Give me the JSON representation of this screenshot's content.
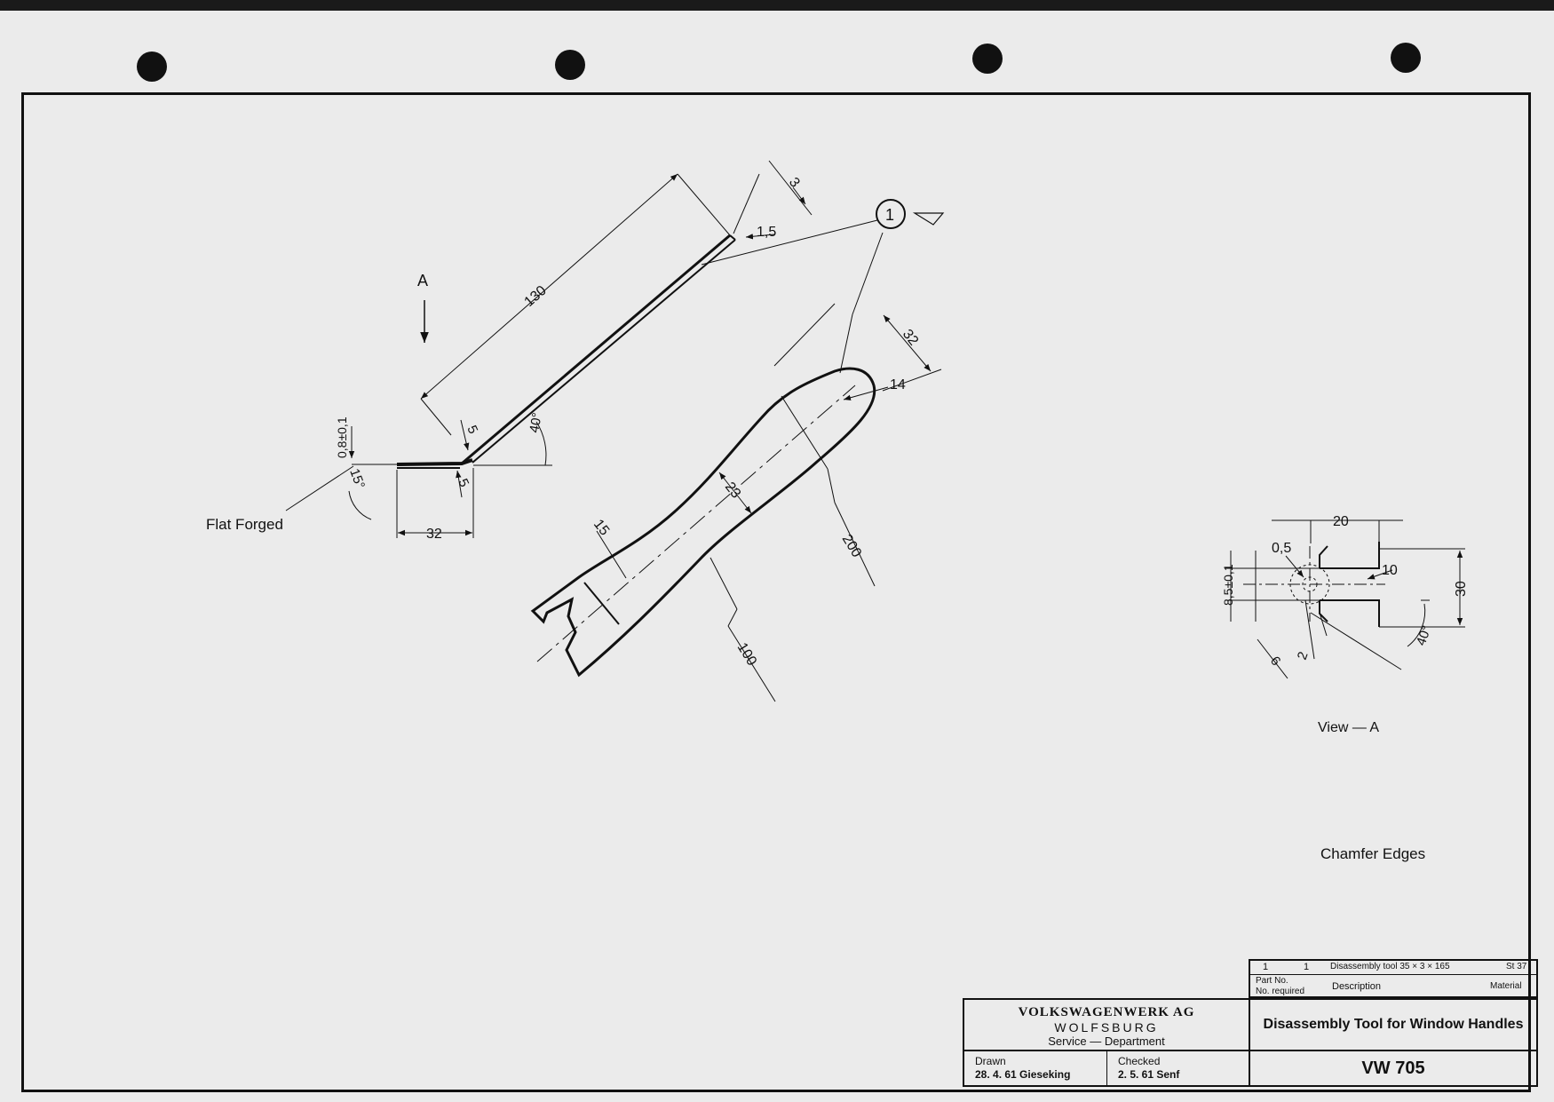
{
  "drawing": {
    "view_label": "A",
    "flat_forged": "Flat Forged",
    "view_caption": "View — A",
    "chamfer_note": "Chamfer Edges",
    "item_number": "1",
    "dims": {
      "d130": "130",
      "d3": "3",
      "d1_5": "1,5",
      "d5_top": "5",
      "d5_bot": "5",
      "d40deg": "40°",
      "d15deg": "15°",
      "d08": "0,8±0,1",
      "d32_bottom": "32",
      "d32_handle": "32",
      "d14": "14",
      "d23": "23",
      "d15_neck": "15",
      "d200": "200",
      "d100": "100",
      "v20": "20",
      "v0_5": "0,5",
      "v10": "10",
      "v30": "30",
      "v8_5": "8,5±0,1",
      "v40deg": "40°",
      "v6": "6",
      "v2": "2"
    }
  },
  "title_block": {
    "parts_row": {
      "part_no": "1",
      "qty": "1",
      "description": "Disassembly tool  35 × 3 × 165",
      "material": "St 37"
    },
    "header_part_no": "Part   No.",
    "header_no_required": "No. required",
    "header_description": "Description",
    "header_material": "Material",
    "company": "VOLKSWAGENWERK AG",
    "city": "WOLFSBURG",
    "department": "Service — Department",
    "title": "Disassembly Tool for Window Handles",
    "drawn_label": "Drawn",
    "drawn_value": "28. 4. 61  Gieseking",
    "checked_label": "Checked",
    "checked_value": "2. 5. 61  Senf",
    "drawing_number": "VW 705"
  }
}
